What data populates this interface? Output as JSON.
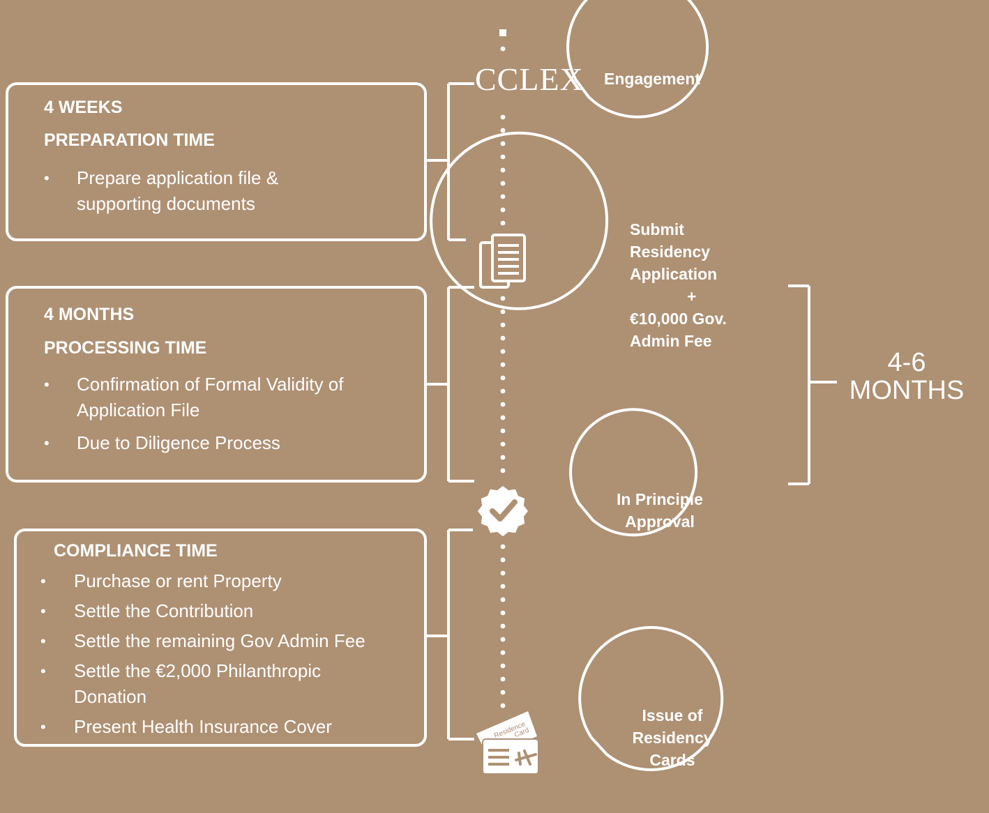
{
  "brand": {
    "logo_text": "CCLEX"
  },
  "phases": [
    {
      "duration": "4 WEEKS",
      "title": "PREPARATION TIME",
      "bullets": [
        "Prepare application file &",
        "supporting documents"
      ]
    },
    {
      "duration": "4 MONTHS",
      "title": "PROCESSING TIME",
      "bullets": [
        "Confirmation of Formal Validity of",
        "Application File",
        "Due to Diligence Process"
      ]
    },
    {
      "title": "COMPLIANCE TIME",
      "bullets": [
        "Purchase or rent Property",
        "Settle the Contribution",
        "Settle the remaining Gov Admin Fee",
        "Settle the €2,000 Philanthropic",
        "Donation",
        "Present Health Insurance Cover"
      ]
    }
  ],
  "bullet_symbol": "•",
  "milestones": [
    {
      "lines": [
        "Engagement"
      ]
    },
    {
      "lines": [
        "Submit",
        "Residency",
        "Application",
        "+",
        "€10,000 Gov.",
        "Admin Fee"
      ]
    },
    {
      "lines": [
        "In Principle",
        "Approval"
      ]
    },
    {
      "lines": [
        "Issue of",
        "Residency",
        "Cards"
      ]
    }
  ],
  "total_duration": {
    "value": "4-6",
    "unit": "MONTHS"
  },
  "card_icon_text": {
    "line1": "Residence",
    "line2": "Card"
  },
  "colors": {
    "background": "#ae9073",
    "foreground": "#ffffff"
  },
  "icons": [
    "documents-icon",
    "check-badge-icon",
    "residence-card-icon"
  ]
}
